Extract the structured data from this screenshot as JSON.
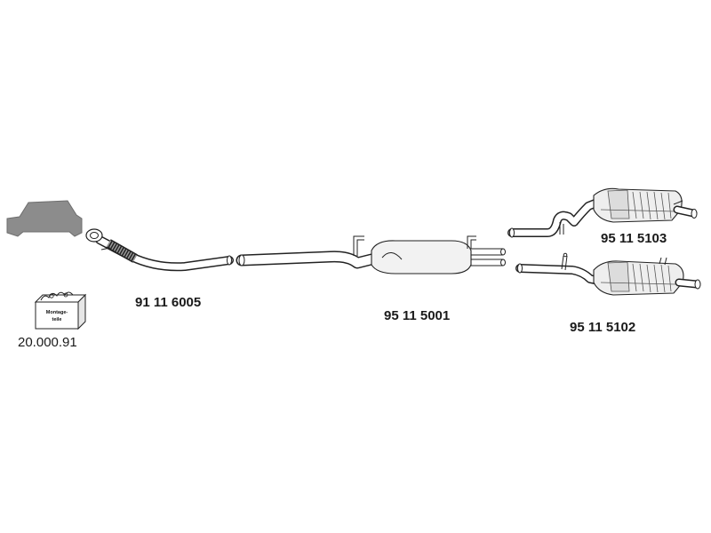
{
  "parts": [
    {
      "id": "front_pipe",
      "number": "91 11 6005"
    },
    {
      "id": "middle_silencer",
      "number": "95 11 5001"
    },
    {
      "id": "rear_silencer_upper",
      "number": "95 11 5103"
    },
    {
      "id": "rear_silencer_lower",
      "number": "95 11 5102"
    }
  ],
  "mounting_kit": {
    "number": "20.000.91",
    "box_text_line1": "Montage-",
    "box_text_line2": "teile"
  },
  "colors": {
    "line": "#222222",
    "car_fill": "#8c8c8c",
    "shell_fill": "#eeeeee"
  }
}
